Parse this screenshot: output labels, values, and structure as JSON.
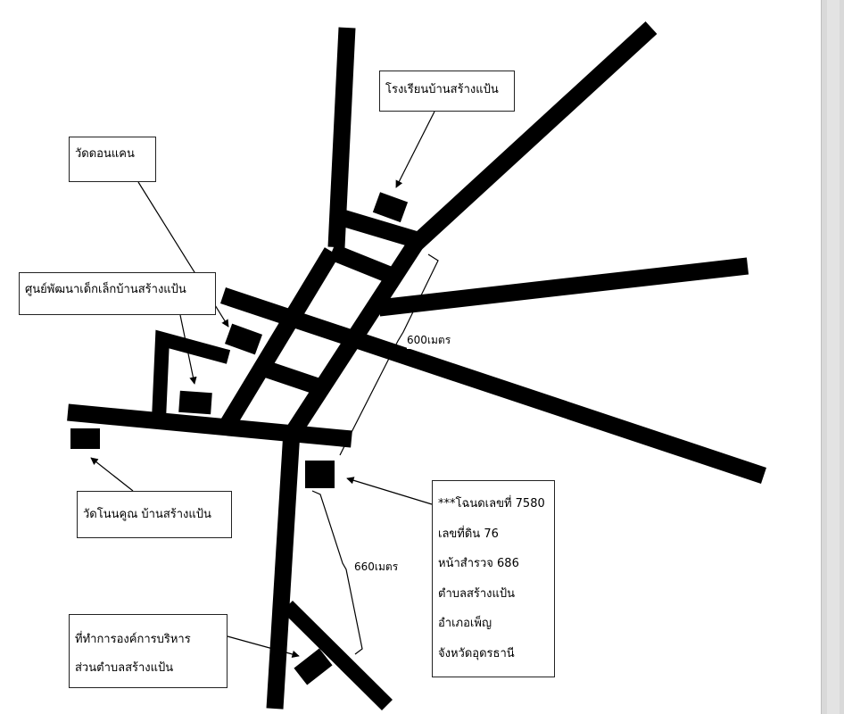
{
  "labels": {
    "school": "โรงเรียนบ้านสร้างแป้น",
    "temple_don_khaen": "วัดดอนแคน",
    "child_center": "ศูนย์พัฒนาเด็กเล็กบ้านสร้างแป้น",
    "temple_non_khun": "วัดโนนคูณ บ้านสร้างแป้น",
    "sao_office": {
      "line1": "ที่ทำการองค์การบริหาร",
      "line2": "ส่วนตำบลสร้างแป้น"
    },
    "deed": {
      "line1": "***โฉนดเลขที่ 7580",
      "line2": "เลขที่ดิน 76",
      "line3": "หน้าสำรวจ 686",
      "line4": "ตำบลสร้างแป้น",
      "line5": "อำเภอเพ็ญ",
      "line6": "จังหวัดอุดรธานี"
    }
  },
  "distances": {
    "upper": "600เมตร",
    "lower": "660เมตร"
  },
  "colors": {
    "road": "#000000",
    "building": "#000000",
    "background": "#ffffff",
    "gutter": "#d9d9d9"
  }
}
